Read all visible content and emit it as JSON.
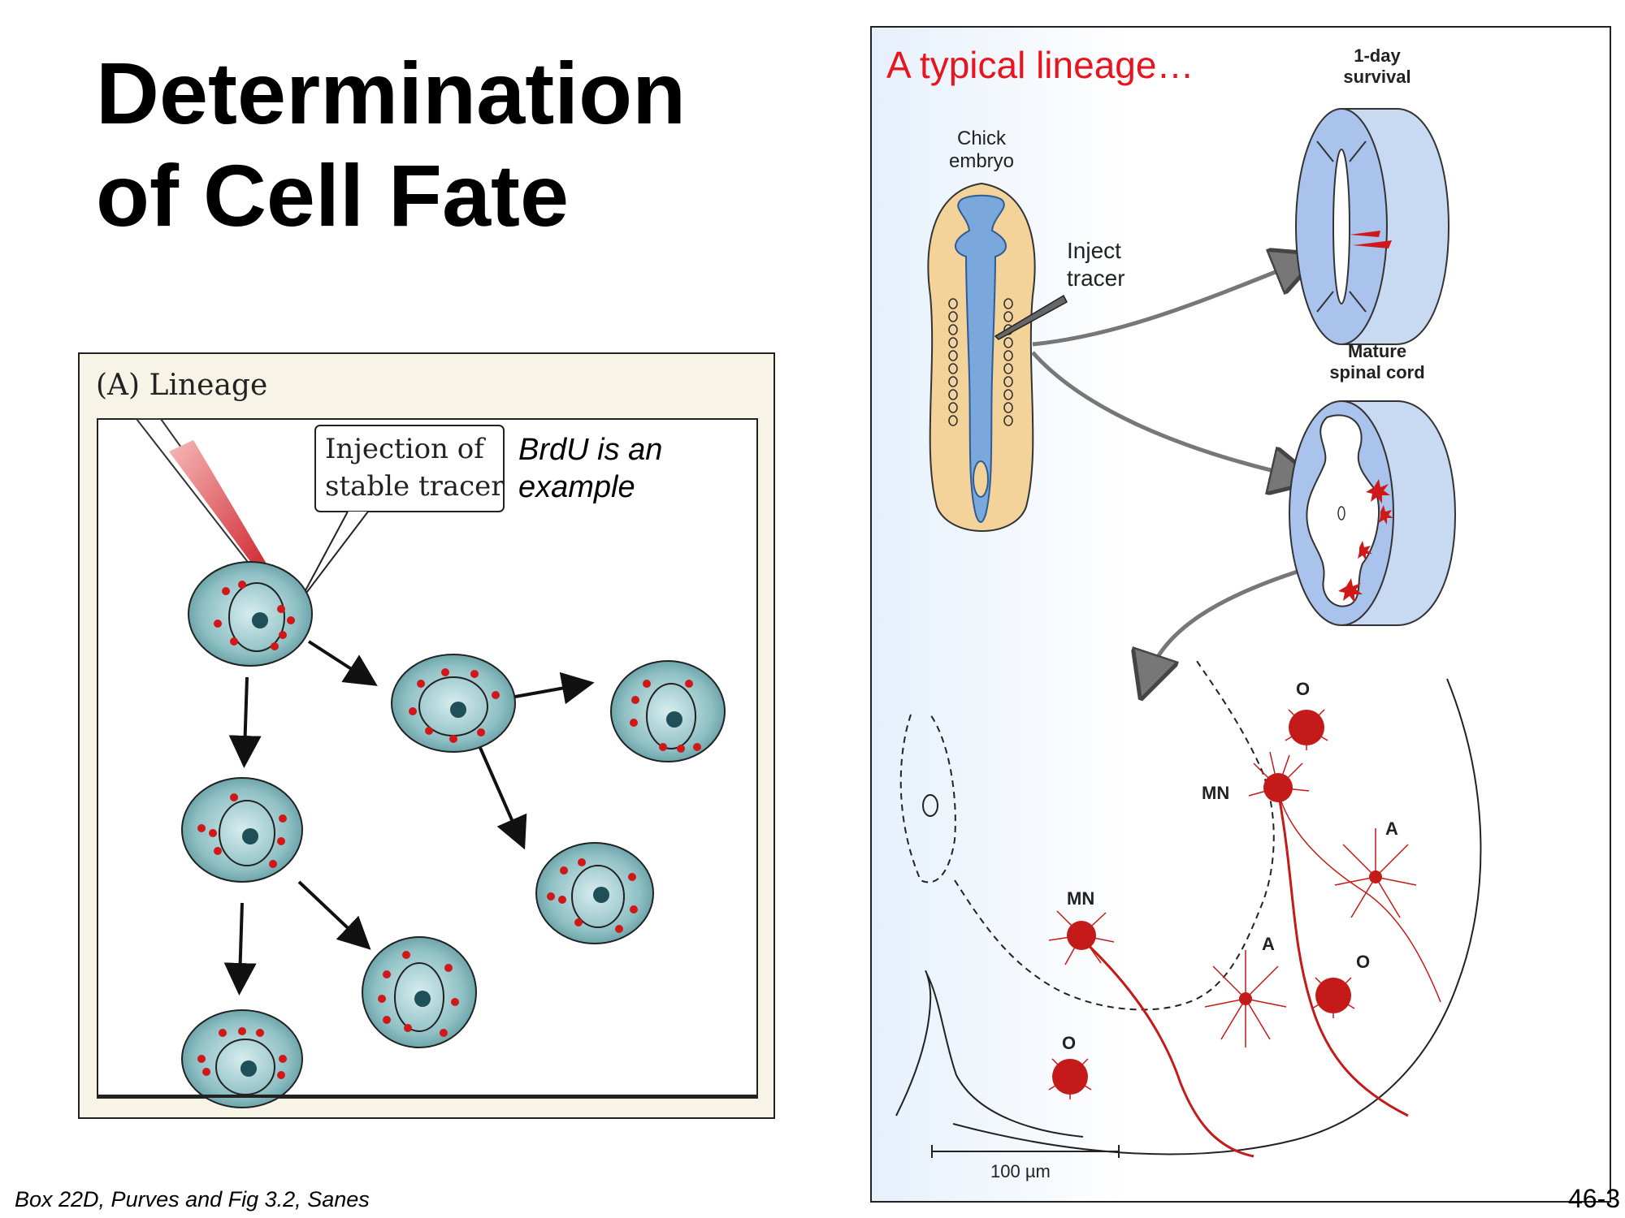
{
  "slide": {
    "title_line1": "Determination",
    "title_line2": "of Cell Fate",
    "citation": "Box 22D, Purves and Fig 3.2, Sanes",
    "page_number": "46-3"
  },
  "panel_a": {
    "heading": "(A) Lineage",
    "callout_line1": "Injection of",
    "callout_line2": "stable tracer",
    "note_line1": "BrdU is an",
    "note_line2": "example"
  },
  "panel_b": {
    "heading": "A typical lineage…",
    "embryo_label_line1": "Chick",
    "embryo_label_line2": "embryo",
    "inject_line1": "Inject",
    "inject_line2": "tracer",
    "survival_line1": "1-day",
    "survival_line2": "survival",
    "mature_line1": "Mature",
    "mature_line2": "spinal cord",
    "cell_labels": [
      "O",
      "MN",
      "A",
      "MN",
      "A",
      "O",
      "O"
    ],
    "scale_bar": "100 µm"
  },
  "colors": {
    "heading_red": "#e8141e",
    "tracer_red": "#d01818",
    "cell_teal": "#7fb3b8",
    "embryo_tan": "#f3d39a",
    "neural_blue": "#7aa8dc"
  }
}
